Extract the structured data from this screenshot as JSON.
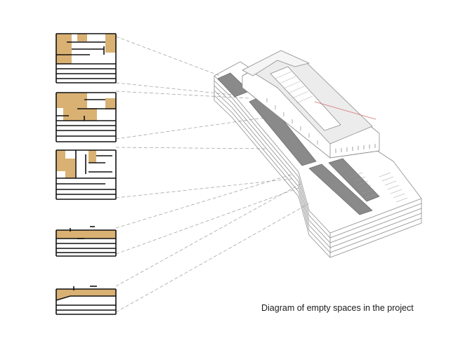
{
  "caption": "Diagram of empty spaces in the project",
  "colors": {
    "void_fill": "#d9b173",
    "wall": "#111111",
    "leader": "#9a9a9a",
    "model_line": "#8c8c8c",
    "roof_fill": "#ececec",
    "shade": "#8a8a8a",
    "accent": "#d86a6a"
  },
  "sections": [
    {
      "name": "section-1",
      "voids": 3
    },
    {
      "name": "section-2",
      "voids": 3
    },
    {
      "name": "section-3",
      "voids": 3
    },
    {
      "name": "section-4",
      "voids": 1
    },
    {
      "name": "section-5",
      "voids": 1
    }
  ]
}
